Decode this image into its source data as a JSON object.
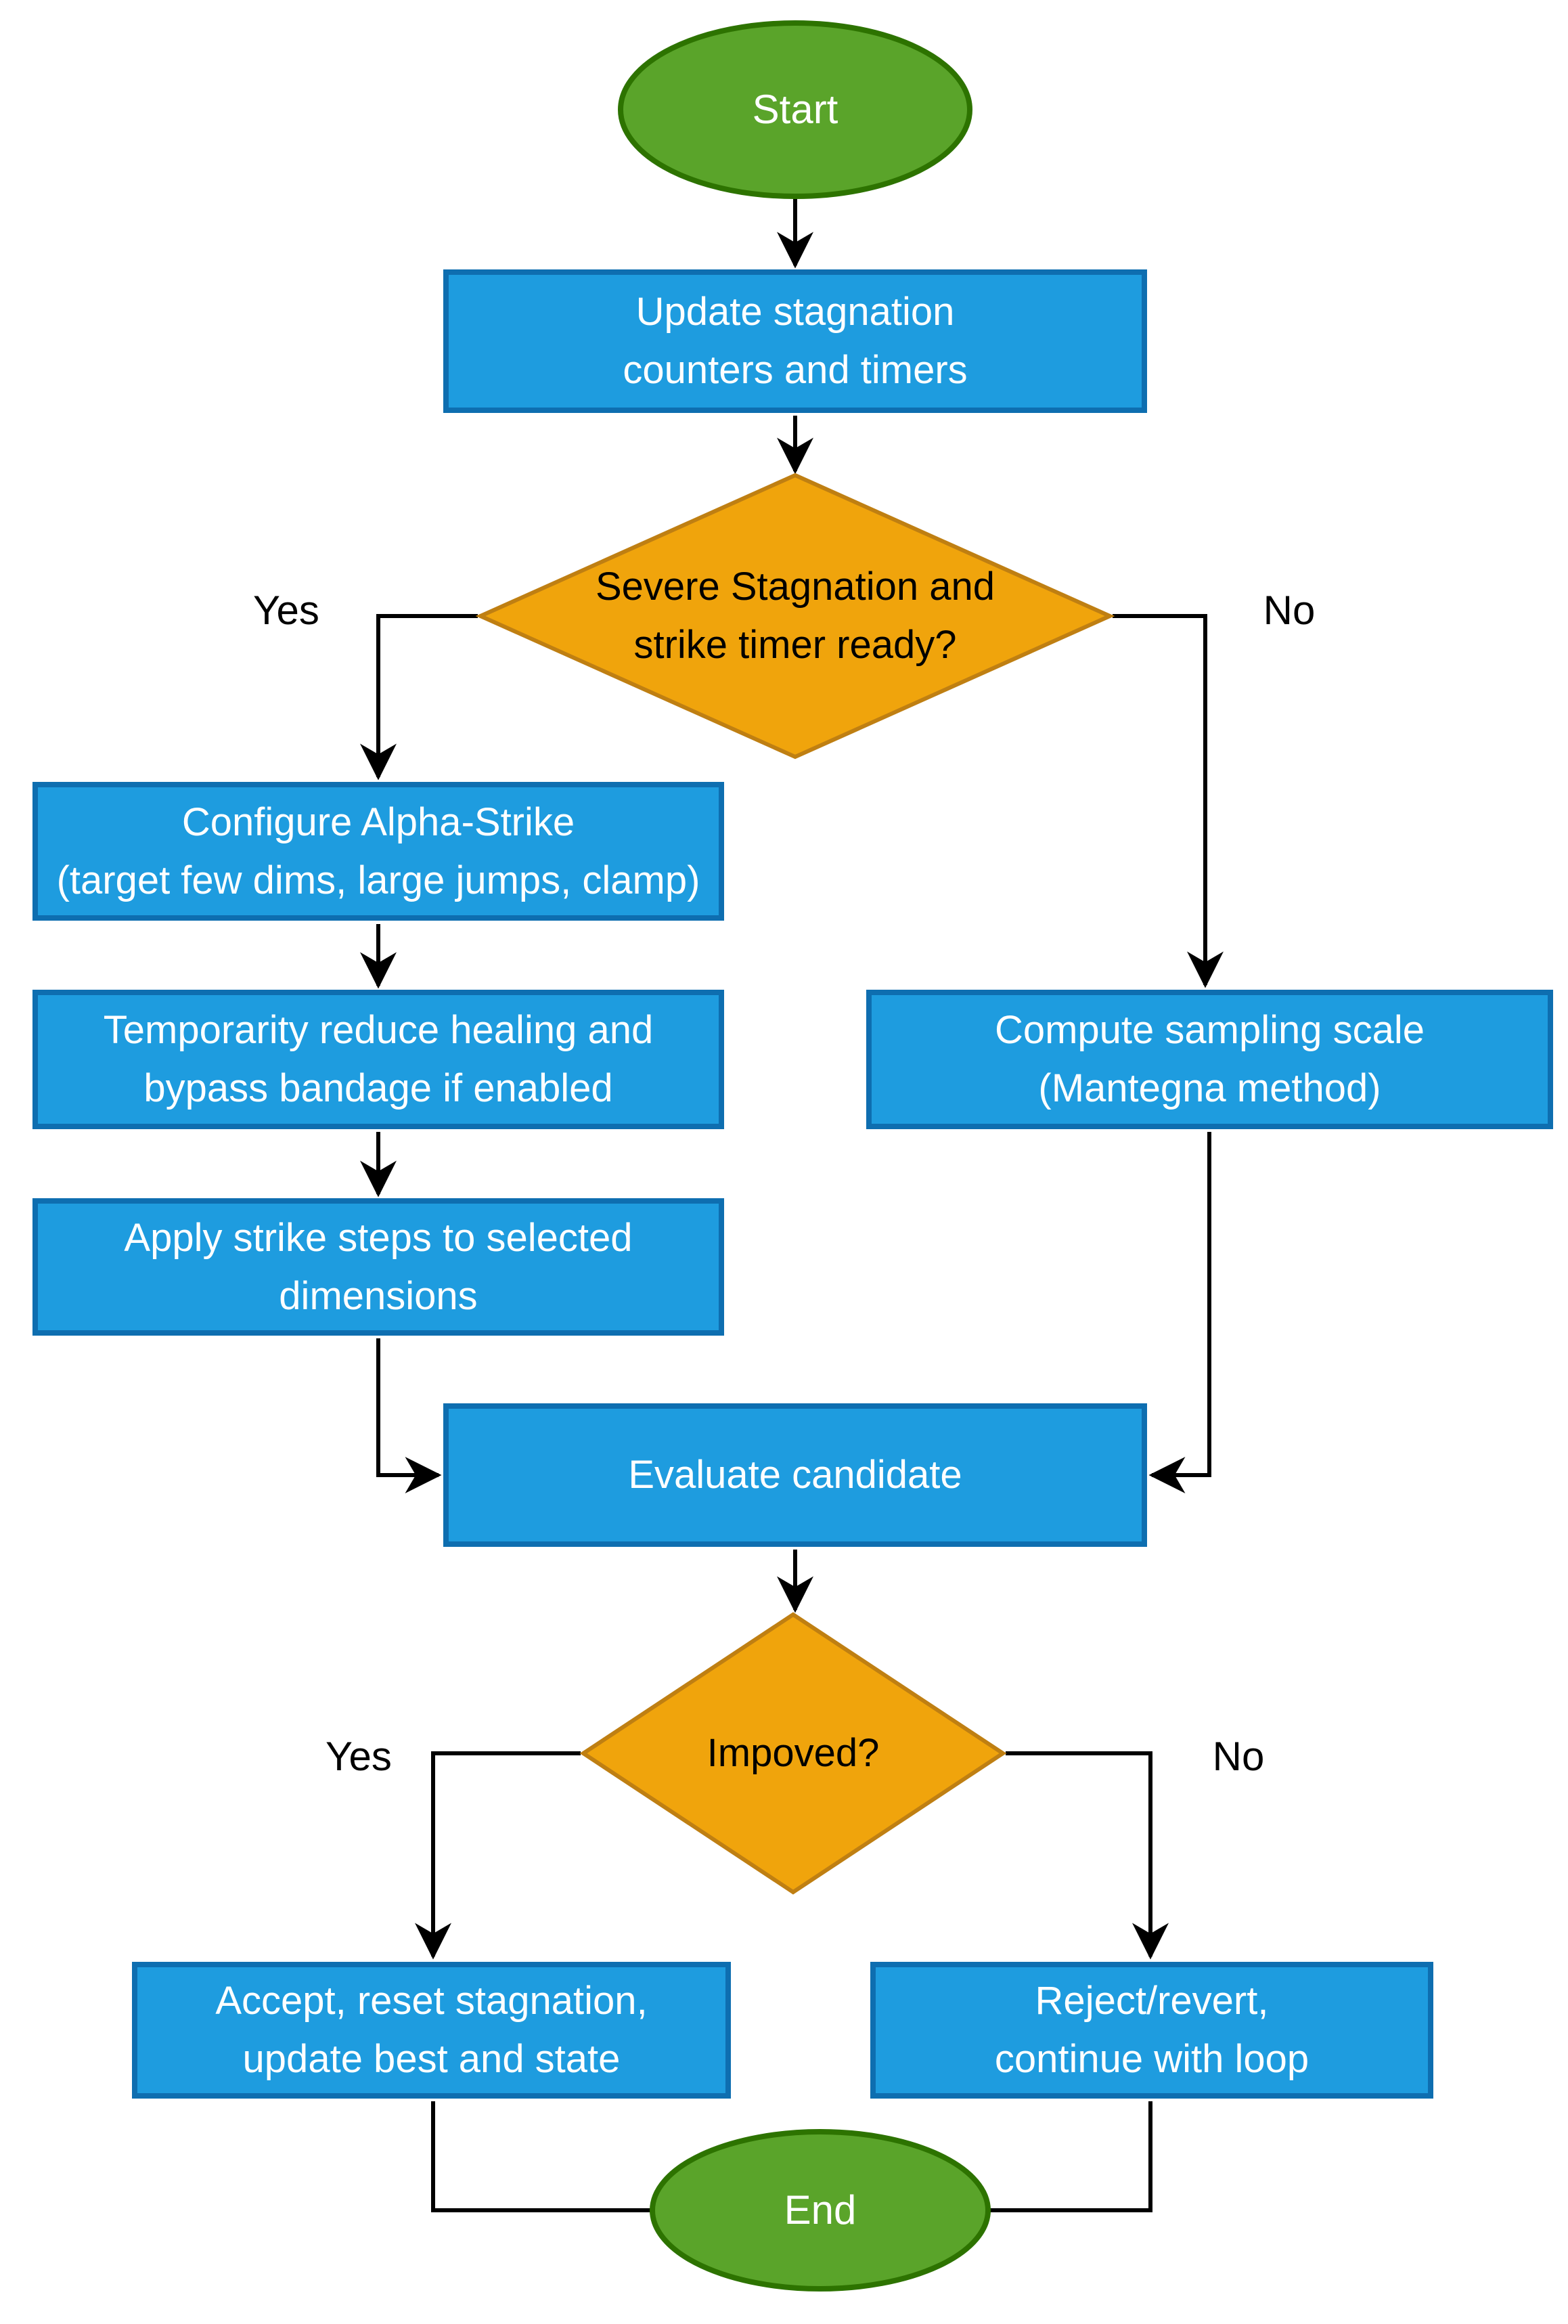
{
  "title": "Alpha-Strike optimization loop flowchart",
  "colors": {
    "terminal-fill": "#5aa42a",
    "terminal-stroke": "#2d7300",
    "process-fill": "#1e9cdf",
    "process-stroke": "#0e6eb0",
    "process-text": "#ffffff",
    "decision-fill": "#f0a40c",
    "decision-stroke": "#bf7f12",
    "decision-text": "#000000",
    "edge": "#000000"
  },
  "nodes": {
    "start": {
      "type": "terminal",
      "label": "Start"
    },
    "update": {
      "type": "process",
      "label": "Update stagnation\ncounters and timers"
    },
    "severe": {
      "type": "decision",
      "label": "Severe Stagnation and\nstrike timer ready?"
    },
    "configure": {
      "type": "process",
      "label": "Configure Alpha-Strike\n(target few dims, large jumps, clamp)"
    },
    "temporarity": {
      "type": "process",
      "label": "Temporarity reduce healing and\nbypass bandage if enabled"
    },
    "apply": {
      "type": "process",
      "label": "Apply strike steps to selected\ndimensions"
    },
    "compute": {
      "type": "process",
      "label": "Compute sampling scale\n(Mantegna method)"
    },
    "evaluate": {
      "type": "process",
      "label": "Evaluate candidate"
    },
    "improved": {
      "type": "decision",
      "label": "Impoved?"
    },
    "accept": {
      "type": "process",
      "label": "Accept, reset stagnation,\nupdate best and state"
    },
    "reject": {
      "type": "process",
      "label": "Reject/revert,\ncontinue with loop"
    },
    "end": {
      "type": "terminal",
      "label": "End"
    }
  },
  "branches": {
    "severe": {
      "yes": "Yes",
      "no": "No"
    },
    "improved": {
      "yes": "Yes",
      "no": "No"
    }
  }
}
